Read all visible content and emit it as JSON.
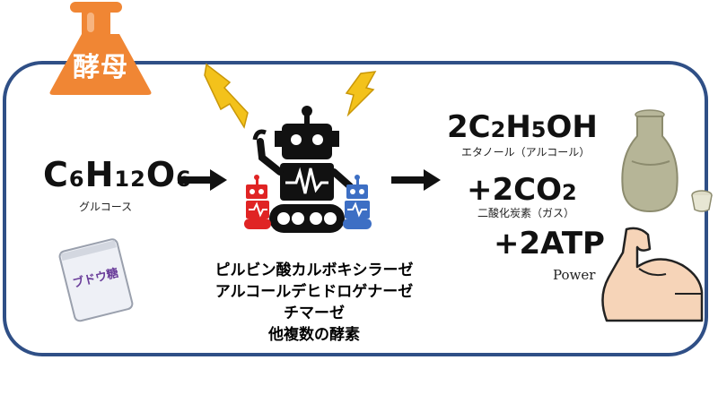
{
  "badge": {
    "label": "酵母",
    "color": "#f08634"
  },
  "frame_color": "#2f4f86",
  "reactant": {
    "main": "C",
    "s1": "6",
    "h": "H",
    "s2": "12",
    "o": "O",
    "s3": "6",
    "caption": "グルコース"
  },
  "bag_label": "ブドウ糖",
  "enzymes": [
    "ピルビン酸カルボキシラーゼ",
    "アルコールデヒドロゲナーゼ",
    "チマーゼ",
    "他複数の酵素"
  ],
  "products": {
    "ethanol": {
      "prefix": "2C",
      "s1": "2",
      "h": "H",
      "s2": "5",
      "tail": "OH",
      "caption": "エタノール（アルコール）"
    },
    "co2": {
      "prefix": "+2CO",
      "s1": "2",
      "caption": "二酸化炭素（ガス）"
    },
    "atp": {
      "text": "+2ATP",
      "caption": "Power"
    }
  },
  "icons": [
    "flask-icon",
    "lightning-icon",
    "robot-icon",
    "sugar-bag-icon",
    "sake-bottle-icon",
    "flexed-arm-icon",
    "arrow-right-icon"
  ]
}
